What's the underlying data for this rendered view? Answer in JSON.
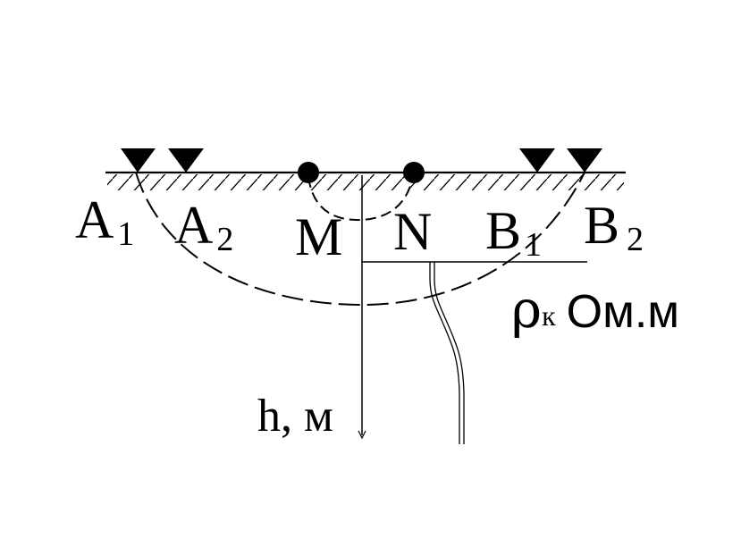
{
  "electrodes": {
    "a1": {
      "letter": "A",
      "index": "1"
    },
    "a2": {
      "letter": "A",
      "index": "2"
    },
    "m": {
      "letter": "M"
    },
    "n": {
      "letter": "N"
    },
    "b1": {
      "letter": "B",
      "index": "1"
    },
    "b2": {
      "letter": "B",
      "index": "2"
    }
  },
  "axes": {
    "vertical": "h, м",
    "horizontal": {
      "symbol": "ρ",
      "subscript": "к",
      "unit": "Ом.м"
    }
  },
  "colors": {
    "ink": "#000000",
    "background": "#ffffff"
  }
}
